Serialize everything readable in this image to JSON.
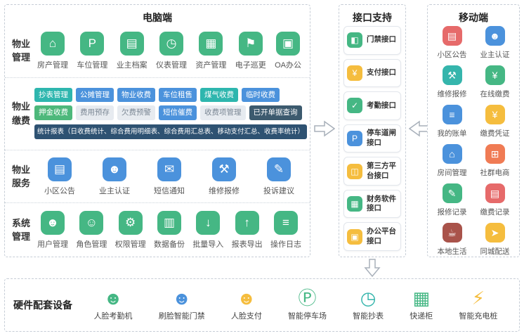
{
  "pc": {
    "title": "电脑端",
    "sections": {
      "management": {
        "category": "物业管理",
        "items": [
          {
            "label": "房产管理",
            "icon": "house-manage-icon",
            "glyph": "⌂",
            "color": "#45b784"
          },
          {
            "label": "车位管理",
            "icon": "parking-manage-icon",
            "glyph": "P",
            "color": "#45b784"
          },
          {
            "label": "业主档案",
            "icon": "owner-archive-icon",
            "glyph": "▤",
            "color": "#45b784"
          },
          {
            "label": "仪表管理",
            "icon": "meter-manage-icon",
            "glyph": "◷",
            "color": "#45b784"
          },
          {
            "label": "资产管理",
            "icon": "asset-manage-icon",
            "glyph": "▦",
            "color": "#45b784"
          },
          {
            "label": "电子巡更",
            "icon": "patrol-icon",
            "glyph": "⚑",
            "color": "#45b784"
          },
          {
            "label": "OA办公",
            "icon": "oa-office-icon",
            "glyph": "▣",
            "color": "#45b784"
          }
        ]
      },
      "payment": {
        "category": "物业缴费",
        "pills": [
          {
            "label": "抄表管理",
            "bg": "#2eb6ae",
            "fg": "#ffffff"
          },
          {
            "label": "公摊管理",
            "bg": "#4b92dc",
            "fg": "#ffffff"
          },
          {
            "label": "物业收费",
            "bg": "#4b92dc",
            "fg": "#ffffff"
          },
          {
            "label": "车位租售",
            "bg": "#4b92dc",
            "fg": "#ffffff"
          },
          {
            "label": "煤气收费",
            "bg": "#2eb6ae",
            "fg": "#ffffff"
          },
          {
            "label": "临时收费",
            "bg": "#4b92dc",
            "fg": "#ffffff"
          },
          {
            "label": "押金收费",
            "bg": "#4db87b",
            "fg": "#ffffff"
          },
          {
            "label": "费用预存",
            "bg": "#e7ebf0",
            "fg": "#7b8794"
          },
          {
            "label": "欠费预警",
            "bg": "#e7ebf0",
            "fg": "#7b8794"
          },
          {
            "label": "短信催费",
            "bg": "#4b92dc",
            "fg": "#ffffff"
          },
          {
            "label": "收费项管理",
            "bg": "#e7ebf0",
            "fg": "#7b8794"
          },
          {
            "label": "已开单据查询",
            "bg": "#3c5a6e",
            "fg": "#ffffff"
          }
        ],
        "stats_bar": "统计报表（日收费统计、综合费用明细表、综合费用汇总表、移动支付汇总、收费率统计）"
      },
      "service": {
        "category": "物业服务",
        "items": [
          {
            "label": "小区公告",
            "icon": "announcement-icon",
            "glyph": "▤",
            "color": "#4b92dc"
          },
          {
            "label": "业主认证",
            "icon": "owner-verify-icon",
            "glyph": "☻",
            "color": "#4b92dc"
          },
          {
            "label": "短信通知",
            "icon": "sms-notice-icon",
            "glyph": "✉",
            "color": "#4b92dc"
          },
          {
            "label": "维修报修",
            "icon": "repair-request-icon",
            "glyph": "⚒",
            "color": "#4b92dc"
          },
          {
            "label": "投诉建议",
            "icon": "suggestion-icon",
            "glyph": "✎",
            "color": "#4b92dc"
          }
        ]
      },
      "system": {
        "category": "系统管理",
        "items": [
          {
            "label": "用户管理",
            "icon": "user-manage-icon",
            "glyph": "☻",
            "color": "#45b784"
          },
          {
            "label": "角色管理",
            "icon": "role-manage-icon",
            "glyph": "☺",
            "color": "#45b784"
          },
          {
            "label": "权限管理",
            "icon": "permission-icon",
            "glyph": "⚙",
            "color": "#45b784"
          },
          {
            "label": "数据备份",
            "icon": "data-backup-icon",
            "glyph": "▥",
            "color": "#45b784"
          },
          {
            "label": "批量导入",
            "icon": "batch-import-icon",
            "glyph": "↓",
            "color": "#45b784"
          },
          {
            "label": "报表导出",
            "icon": "report-export-icon",
            "glyph": "↑",
            "color": "#45b784"
          },
          {
            "label": "操作日志",
            "icon": "operation-log-icon",
            "glyph": "≡",
            "color": "#45b784"
          }
        ]
      }
    }
  },
  "interface": {
    "title": "接口支持",
    "items": [
      {
        "label": "门禁接口",
        "icon": "access-control-api-icon",
        "glyph": "◧",
        "color": "#45b784"
      },
      {
        "label": "支付接口",
        "icon": "payment-api-icon",
        "glyph": "¥",
        "color": "#f5bd3e"
      },
      {
        "label": "考勤接口",
        "icon": "attendance-api-icon",
        "glyph": "✓",
        "color": "#45b784"
      },
      {
        "label": "停车道闸接口",
        "icon": "parking-barrier-api-icon",
        "glyph": "P",
        "color": "#4b92dc"
      },
      {
        "label": "第三方平台接口",
        "icon": "third-party-api-icon",
        "glyph": "◫",
        "color": "#f5bd3e"
      },
      {
        "label": "财务软件接口",
        "icon": "finance-software-api-icon",
        "glyph": "▦",
        "color": "#45b784"
      },
      {
        "label": "办公平台接口",
        "icon": "office-platform-api-icon",
        "glyph": "▣",
        "color": "#f5bd3e"
      }
    ]
  },
  "mobile": {
    "title": "移动端",
    "items": [
      {
        "label": "小区公告",
        "icon": "announcement-icon",
        "glyph": "▤",
        "color": "#e66a6a"
      },
      {
        "label": "业主认证",
        "icon": "owner-verify-icon",
        "glyph": "☻",
        "color": "#4b92dc"
      },
      {
        "label": "维修报修",
        "icon": "repair-request-icon",
        "glyph": "⚒",
        "color": "#35b5ac"
      },
      {
        "label": "在线缴费",
        "icon": "online-pay-icon",
        "glyph": "¥",
        "color": "#45b784"
      },
      {
        "label": "我的账单",
        "icon": "my-bill-icon",
        "glyph": "≡",
        "color": "#4b92dc"
      },
      {
        "label": "缴费凭证",
        "icon": "payment-receipt-icon",
        "glyph": "¥",
        "color": "#f5bd3e"
      },
      {
        "label": "房间管理",
        "icon": "room-manage-icon",
        "glyph": "⌂",
        "color": "#4b92dc"
      },
      {
        "label": "社群电商",
        "icon": "community-shop-icon",
        "glyph": "⊞",
        "color": "#f07b54"
      },
      {
        "label": "报修记录",
        "icon": "repair-record-icon",
        "glyph": "✎",
        "color": "#45b784"
      },
      {
        "label": "缴费记录",
        "icon": "payment-record-icon",
        "glyph": "▤",
        "color": "#e66a6a"
      },
      {
        "label": "本地生活",
        "icon": "local-life-icon",
        "glyph": "☕",
        "color": "#a9534a"
      },
      {
        "label": "同城配送",
        "icon": "city-delivery-icon",
        "glyph": "➤",
        "color": "#f5bd3e"
      }
    ]
  },
  "hardware": {
    "title": "硬件配套设备",
    "items": [
      {
        "label": "人脸考勤机",
        "icon": "face-attendance-machine-icon",
        "glyph": "☻",
        "color": "#45b784"
      },
      {
        "label": "刷脸智能门禁",
        "icon": "face-access-control-icon",
        "glyph": "☻",
        "color": "#4b92dc"
      },
      {
        "label": "人脸支付",
        "icon": "face-payment-icon",
        "glyph": "☻",
        "color": "#f5bd3e"
      },
      {
        "label": "智能停车场",
        "icon": "smart-parking-icon",
        "glyph": "Ⓟ",
        "color": "#45b784"
      },
      {
        "label": "智能抄表",
        "icon": "smart-meter-icon",
        "glyph": "◷",
        "color": "#35b5ac"
      },
      {
        "label": "快递柜",
        "icon": "parcel-locker-icon",
        "glyph": "▦",
        "color": "#45b784"
      },
      {
        "label": "智能充电桩",
        "icon": "charging-pile-icon",
        "glyph": "⚡",
        "color": "#f5bd3e"
      }
    ]
  }
}
